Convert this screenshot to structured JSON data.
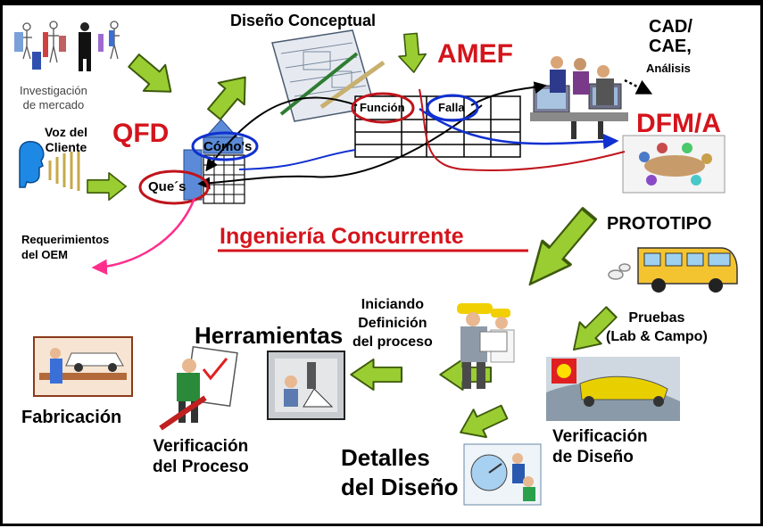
{
  "labels": {
    "investigacion": "Investigación\nde mercado",
    "diseno_conceptual": "Diseño Conceptual",
    "amef": "AMEF",
    "cad_cae": "CAD/\nCAE,",
    "analisis": "Análisis",
    "qfd": "QFD",
    "voz_cliente": "Voz del\nCliente",
    "dfm_a": "DFM/A",
    "funcion": "Función",
    "falla": "Falla",
    "comos": "Cómo's",
    "ques": "Que´s",
    "requerimientos": "Requerimientos\ndel OEM",
    "ingenieria": "Ingeniería Concurrente",
    "prototipo": "PROTOTIPO",
    "iniciando": "Iniciando\nDefinición\ndel proceso",
    "pruebas": "Pruebas\n(Lab & Campo)",
    "herramientas": "Herramientas",
    "fabricacion": "Fabricación",
    "verif_proceso": "Verificación\ndel Proceso",
    "detalles": "Detalles\ndel Diseño",
    "verif_diseno": "Verificación\nde Diseño"
  },
  "colors": {
    "green_arrow": "#9acd32",
    "green_arrow_dark": "#4b6b12",
    "red_circle": "#c0141c",
    "blue_circle": "#1030d0",
    "pink_arrow": "#ff2e8c",
    "title_red": "#d4141c"
  }
}
